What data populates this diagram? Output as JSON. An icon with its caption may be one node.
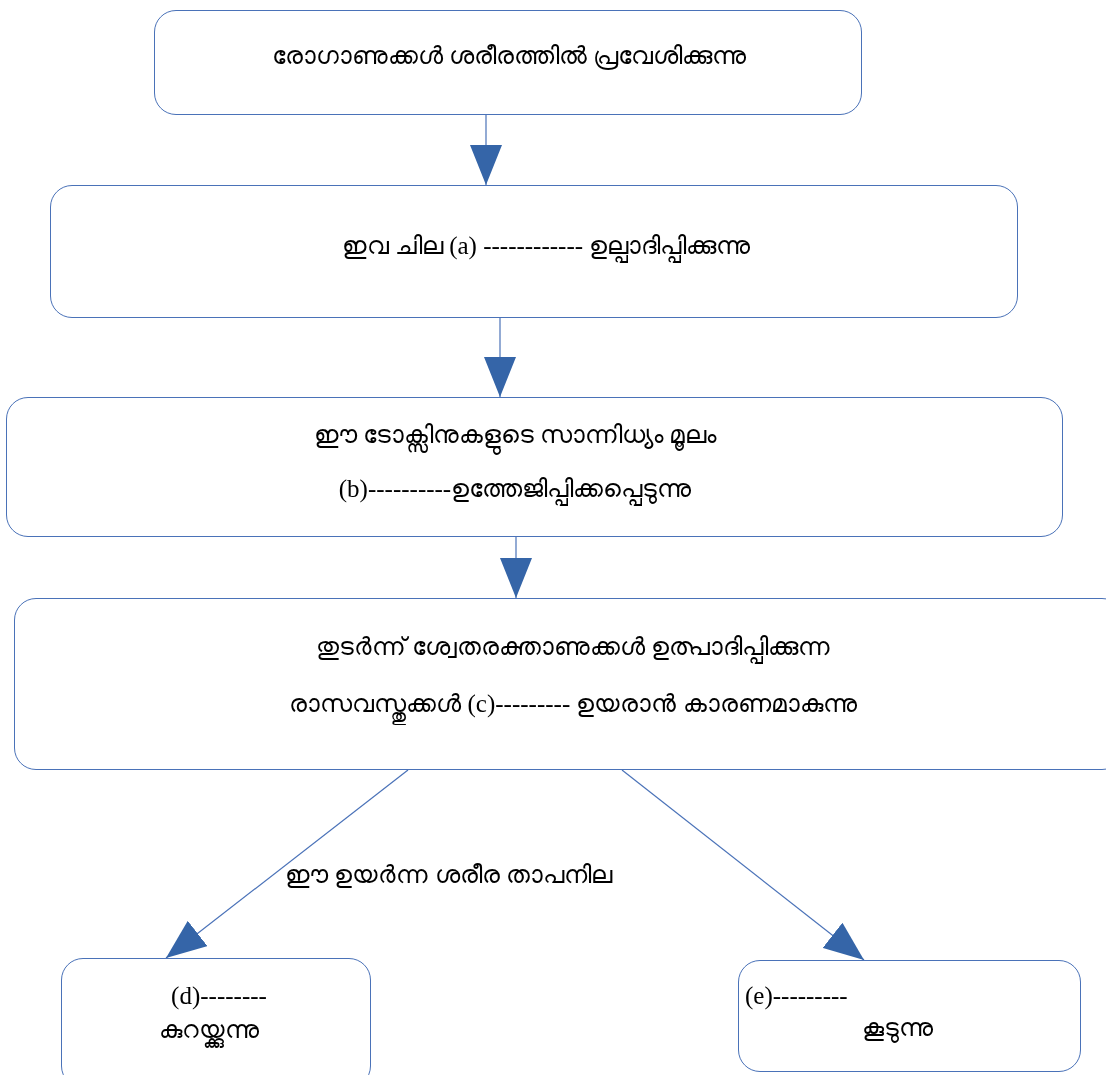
{
  "diagram": {
    "nodes": [
      {
        "text": [
          "രോഗാണുക്കൾ ശരീരത്തിൽ പ്രവേശിക്കുന്നു"
        ]
      },
      {
        "text": [
          "ഇവ ചില (a)  ------------ ഉല്പാദിപ്പിക്കുന്നു"
        ]
      },
      {
        "text": [
          "ഈ ടോക്സിനുകളുടെ സാന്നിധ്യം മൂലം",
          "(b)----------ഉത്തേജിപ്പിക്കപ്പെടുന്നു"
        ]
      },
      {
        "text": [
          "തുടർന്ന് ശ്വേതരക്താണുക്കൾ ഉത്പാദിപ്പിക്കുന്ന",
          "രാസവസ്തുക്കൾ  (c)--------- ഉയരാൻ കാരണമാകുന്നു"
        ]
      },
      {
        "text": [
          "(d)--------",
          "കുറയ്ക്കുന്നു"
        ]
      },
      {
        "text": [
          "(e)---------",
          "കൂടുന്നു"
        ]
      }
    ],
    "edges": [
      {
        "from": 0,
        "to": 1,
        "arrow": "to"
      },
      {
        "from": 1,
        "to": 2,
        "arrow": "to"
      },
      {
        "from": 2,
        "to": 3,
        "arrow": "to"
      },
      {
        "from": 3,
        "to": 4,
        "arrow": "to"
      },
      {
        "from": 3,
        "to": 5,
        "arrow": "to"
      }
    ],
    "labels": [
      "ഈ ഉയർന്ന ശരീര താപനില"
    ]
  }
}
